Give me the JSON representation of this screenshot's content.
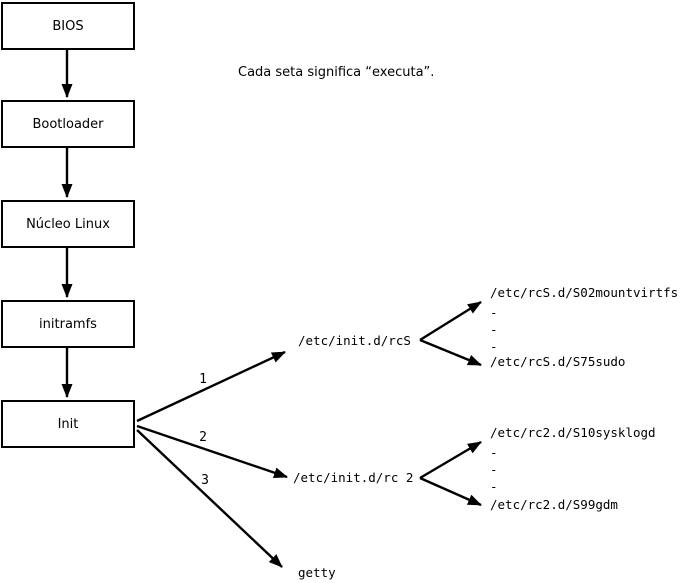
{
  "note": "Cada seta significa “executa”.",
  "boxes": [
    {
      "id": "bios",
      "label": "BIOS"
    },
    {
      "id": "bootloader",
      "label": "Bootloader"
    },
    {
      "id": "nucleo",
      "label": "Núcleo Linux"
    },
    {
      "id": "initramfs",
      "label": "initramfs"
    },
    {
      "id": "init",
      "label": "Init"
    }
  ],
  "branch_labels": [
    "1",
    "2",
    "3"
  ],
  "targets": {
    "rcS": "/etc/init.d/rcS",
    "rcS_first": "/etc/rcS.d/S02mountvirtfs",
    "rcS_last": "/etc/rcS.d/S75sudo",
    "rc2": "/etc/init.d/rc 2",
    "rc2_first": "/etc/rc2.d/S10sysklogd",
    "rc2_last": "/etc/rc2.d/S99gdm",
    "getty": "getty"
  },
  "dashes": [
    "-",
    "-",
    "-",
    "-",
    "-",
    "-"
  ],
  "colors": {
    "background": "#ffffff",
    "line": "#000000",
    "box_border": "#000000",
    "box_fill": "#ffffff",
    "text": "#000000"
  }
}
